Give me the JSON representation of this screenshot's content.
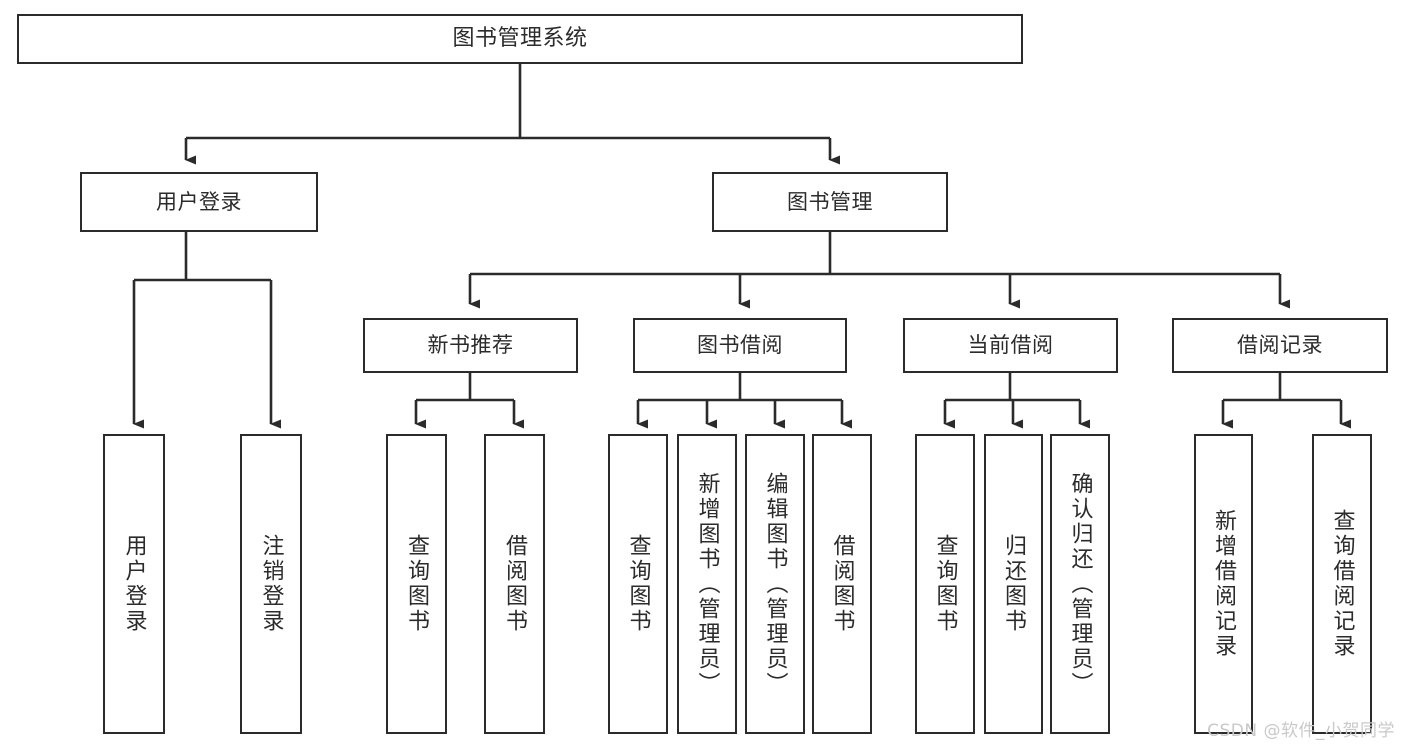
{
  "diagram": {
    "title": "图书管理系统",
    "watermark": "CSDN @软件_小贺同学",
    "colors": {
      "stroke": "#2b2b2b",
      "fill": "#ffffff",
      "text": "#2b2b2b",
      "watermark": "#c9c9c9"
    },
    "nodes": {
      "root": {
        "label": "图书管理系统"
      },
      "level2": [
        {
          "label": "用户登录"
        },
        {
          "label": "图书管理"
        }
      ],
      "level3": [
        {
          "label": "新书推荐"
        },
        {
          "label": "图书借阅"
        },
        {
          "label": "当前借阅"
        },
        {
          "label": "借阅记录"
        }
      ],
      "leaves": {
        "user_login": [
          {
            "label": "用户登录"
          },
          {
            "label": "注销登录"
          }
        ],
        "new_book_recommend": [
          {
            "label": "查询图书"
          },
          {
            "label": "借阅图书"
          }
        ],
        "book_borrow": [
          {
            "label": "查询图书"
          },
          {
            "label": "新增图书（管理员）"
          },
          {
            "label": "编辑图书（管理员）"
          },
          {
            "label": "借阅图书"
          }
        ],
        "current_borrow": [
          {
            "label": "查询图书"
          },
          {
            "label": "归还图书"
          },
          {
            "label": "确认归还（管理员）"
          }
        ],
        "borrow_record": [
          {
            "label": "新增借阅记录"
          },
          {
            "label": "查询借阅记录"
          }
        ]
      }
    }
  }
}
